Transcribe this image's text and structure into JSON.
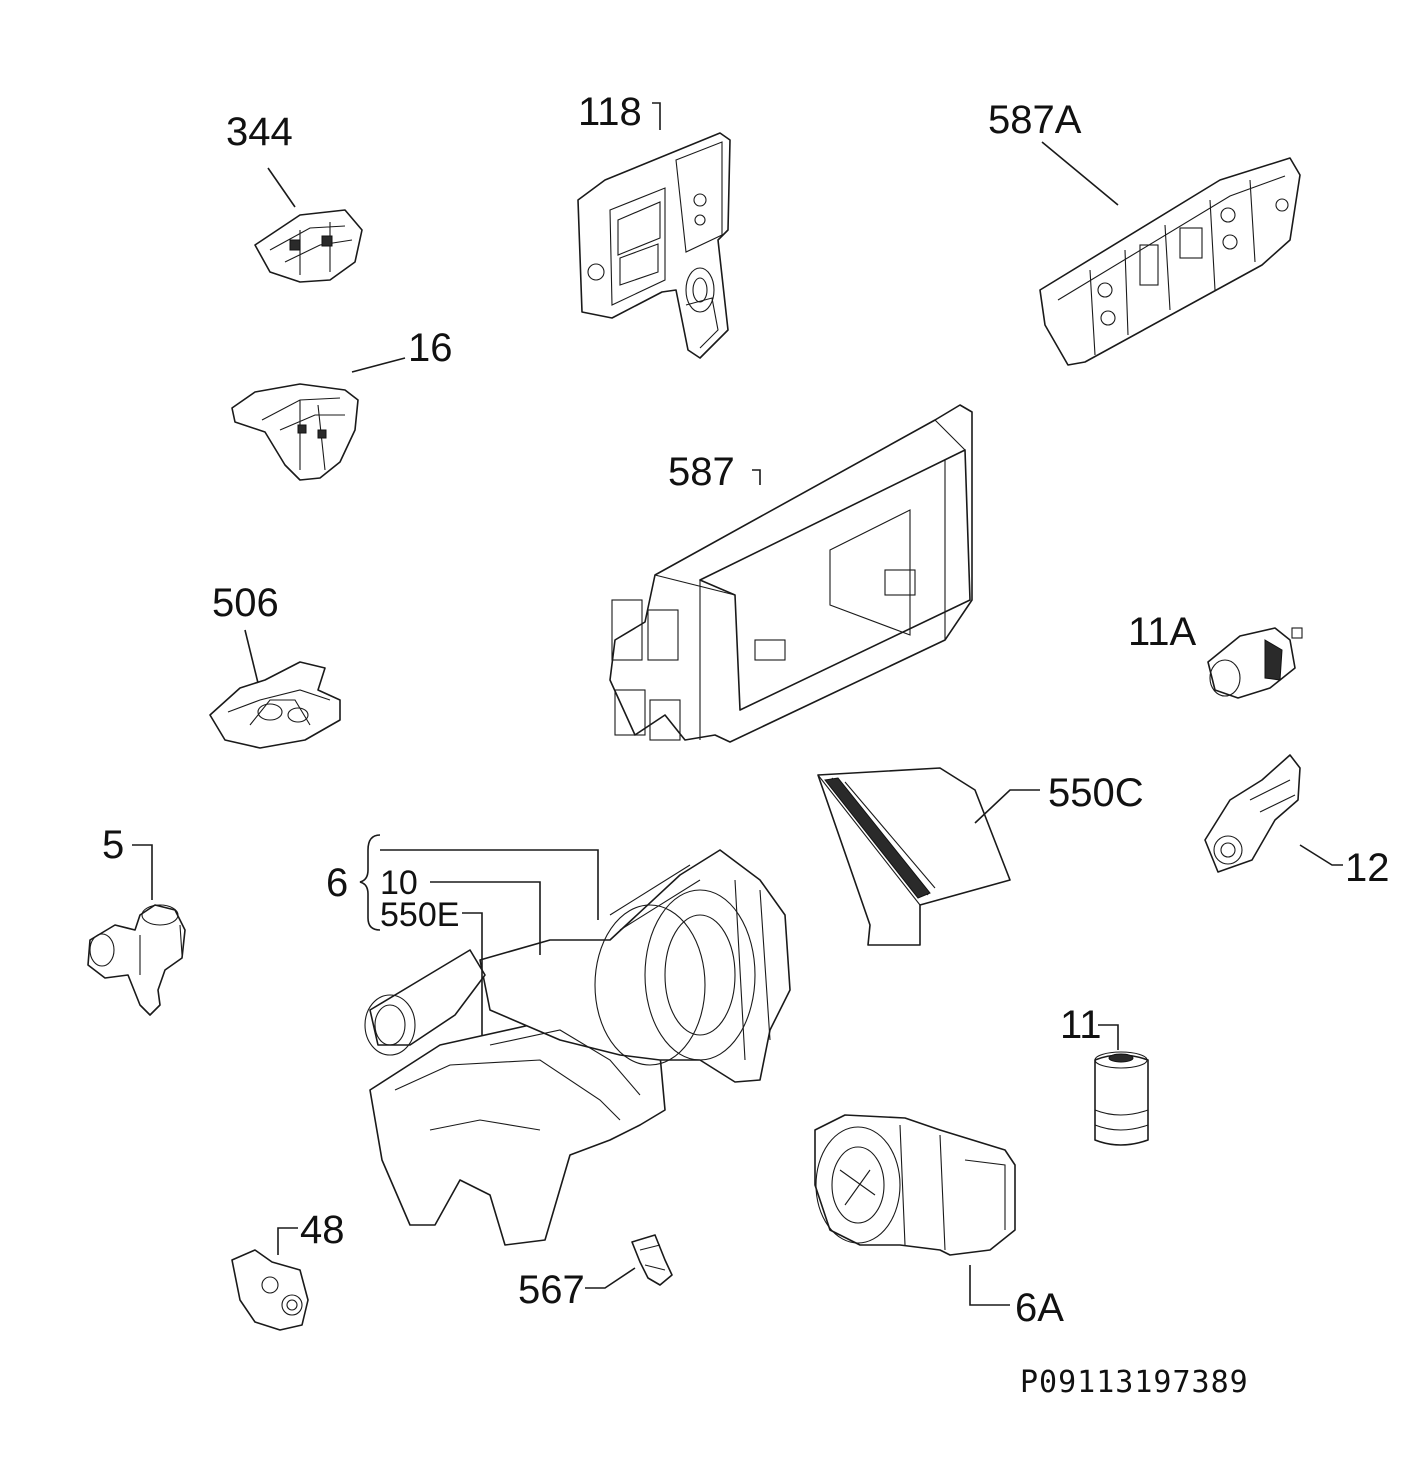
{
  "diagram": {
    "labels": {
      "p344": "344",
      "p118": "118",
      "p587A": "587A",
      "p16": "16",
      "p587": "587",
      "p506": "506",
      "p11A": "11A",
      "p550C": "550C",
      "p12": "12",
      "p5": "5",
      "p6": "6",
      "p10": "10",
      "p550E": "550E",
      "p11": "11",
      "p48": "48",
      "p567": "567",
      "p6A": "6A"
    },
    "drawing_ref": "P09113197389"
  }
}
